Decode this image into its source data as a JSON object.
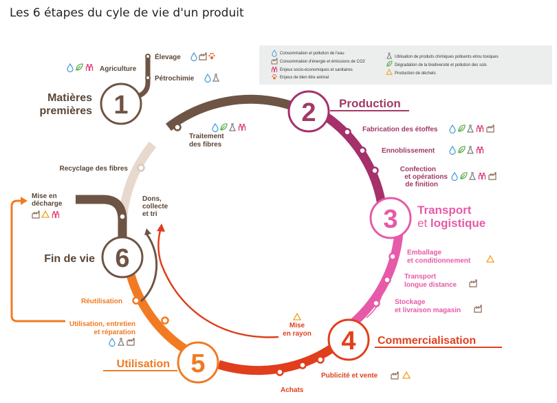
{
  "title": "Les 6 étapes du cyle de vie d'un produit",
  "legend": [
    {
      "icon": "water-drop-icon",
      "text": "Consommation et pollution de l'eau",
      "color": "#4a9fd8"
    },
    {
      "icon": "factory-icon",
      "text": "Consommation d'énergie et émissions de CO2",
      "color": "#8a6a58"
    },
    {
      "icon": "people-icon",
      "text": "Enjeux socio-économiques et sanitaires",
      "color": "#e0407a"
    },
    {
      "icon": "paw-icon",
      "text": "Enjeux de bien être animal",
      "color": "#e06a3a"
    },
    {
      "icon": "flask-icon",
      "text": "Utilisation de produits chimiques polluents et/ou toxiques",
      "color": "#777777"
    },
    {
      "icon": "leaf-icon",
      "text": "Dégradation de la biodiversité et pollution des sols",
      "color": "#5ab04a"
    },
    {
      "icon": "recycle-triangle-icon",
      "text": "Production de déchets",
      "color": "#f0a020"
    }
  ],
  "stages": [
    {
      "num": "1",
      "line1": "Matières",
      "line2": "premières",
      "color": "#6e5444"
    },
    {
      "num": "2",
      "line1": "Production",
      "line2": "",
      "color": "#a03a66"
    },
    {
      "num": "3",
      "line1": "Transport",
      "line2": "et logistique",
      "line2a": "et ",
      "line2b": "logistique",
      "color": "#e65aa0"
    },
    {
      "num": "4",
      "line1": "Commercialisation",
      "line2": "",
      "color": "#e0401e"
    },
    {
      "num": "5",
      "line1": "Utilisation",
      "line2": "",
      "color": "#f07a20"
    },
    {
      "num": "6",
      "line1": "Fin de vie",
      "line2": "",
      "color": "#6e5444"
    }
  ],
  "steps": {
    "elevage": "Élevage",
    "agriculture": "Agriculture",
    "petrochimie": "Pétrochimie",
    "traitement": [
      "Traitement",
      "des fibres"
    ],
    "etoffes": "Fabrication des étoffes",
    "ennoblissement": "Ennoblissement",
    "confection": [
      "Confection",
      "et opérations",
      "de finition"
    ],
    "emballage": [
      "Emballage",
      "et conditionnement"
    ],
    "transport": [
      "Transport",
      "longue distance"
    ],
    "stockage": [
      "Stockage",
      "et livraison magasin"
    ],
    "publicite": "Publicité et vente",
    "achats": "Achats",
    "mise_rayon": [
      "Mise",
      "en rayon"
    ],
    "utilisation_entretien": [
      "Utilisation, entretien",
      "et réparation"
    ],
    "reutilisation": "Réutilisation",
    "dons": [
      "Dons,",
      "collecte",
      "et tri"
    ],
    "recyclage": "Recyclage des fibres",
    "decharge": [
      "Mise en",
      "décharge"
    ]
  }
}
